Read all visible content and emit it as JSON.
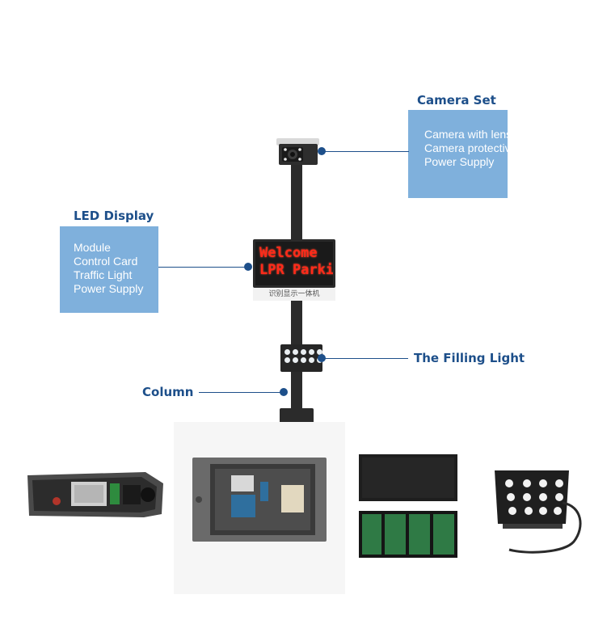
{
  "labels": {
    "camera_set": {
      "title": "Camera Set",
      "items": [
        "Camera with lens",
        "Camera protective",
        "Power Supply"
      ]
    },
    "led_display": {
      "title": "LED Display",
      "items": [
        "Module",
        "Control Card",
        "Traffic Light",
        "Power Supply"
      ]
    },
    "filling_light": {
      "title": "The Filling Light"
    },
    "column": {
      "title": "Column"
    }
  },
  "led_screen": {
    "line1": "Welcome",
    "line2": "LPR Parkir",
    "footer": "识别显示一体机"
  },
  "colors": {
    "title": "#1d4f8a",
    "box": "#7fb0dc",
    "line": "#1d4f8a",
    "led_text": "#ff2a1a"
  },
  "photos": [
    {
      "name": "camera-housing-interior-photo"
    },
    {
      "name": "led-display-control-box-photo"
    },
    {
      "name": "led-module-panels-photo"
    },
    {
      "name": "filling-light-unit-photo"
    }
  ]
}
